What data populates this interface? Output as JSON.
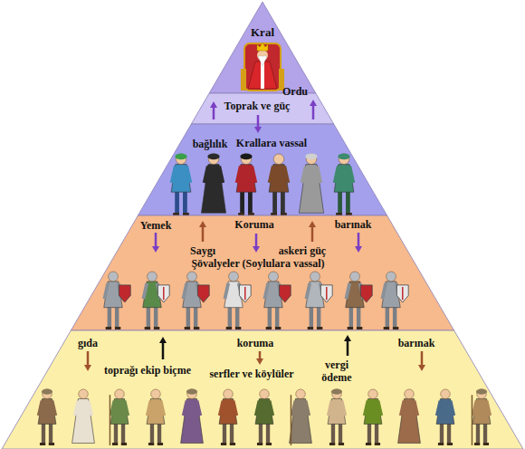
{
  "diagram": {
    "nodes": [
      {
        "text": [
          "Kral"
        ]
      },
      {
        "text": [
          "Krallara vassal"
        ]
      },
      {
        "text": [
          "Şövalyeler (Soylulara vassal)"
        ]
      },
      {
        "text": [
          "serfler ve köylüler"
        ]
      }
    ],
    "labels": [
      "Ordu",
      "Toprak ve güç",
      "bağlılık",
      "Yemek",
      "Koruma",
      "barınak",
      "Saygı",
      "askeri güç",
      "gıda",
      "koruma",
      "barınak",
      "toprağı ekip biçme",
      "vergi ödeme"
    ]
  }
}
